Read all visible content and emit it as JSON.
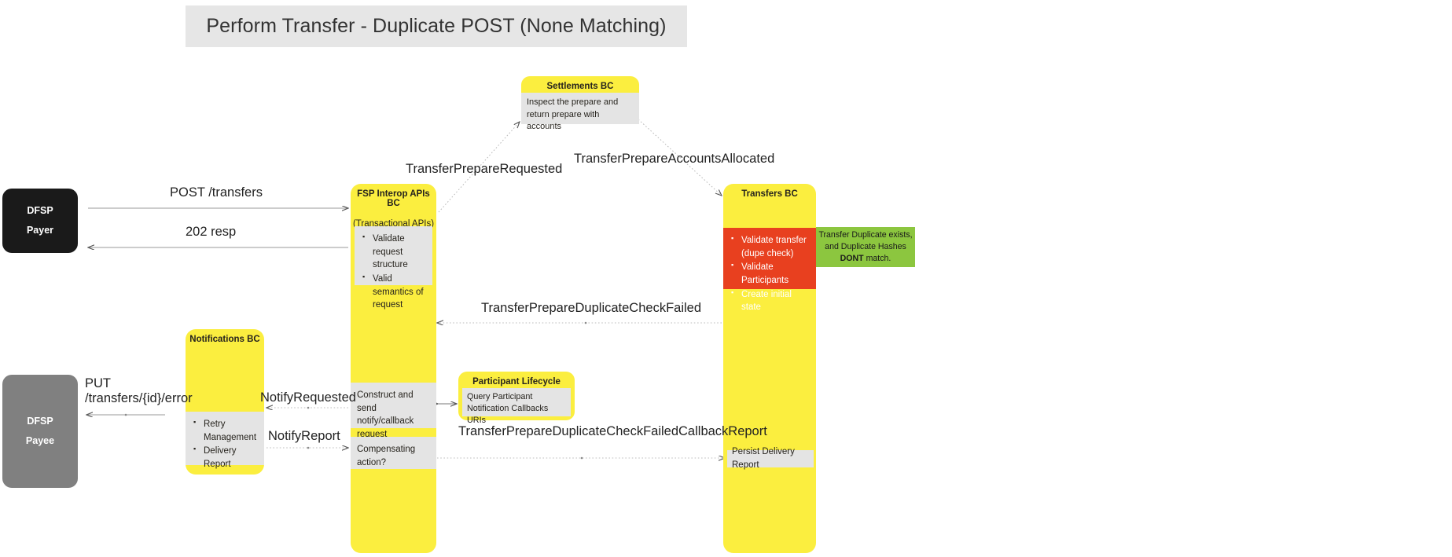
{
  "title": "Perform Transfer - Duplicate POST (None Matching)",
  "colors": {
    "yellow": "#fbee3f",
    "red": "#e8401f",
    "green": "#8cc63f",
    "gray_note": "#e4e4e4",
    "payer": "#1a1a1a",
    "payee": "#808080",
    "title_bg": "#e6e6e6"
  },
  "actors": {
    "payer": {
      "line1": "DFSP",
      "line2": "Payer"
    },
    "payee": {
      "line1": "DFSP",
      "line2": "Payee"
    }
  },
  "lifelines": {
    "fsp_interop": {
      "title": "FSP Interop APIs BC",
      "subtitle": "(Transactional APIs)",
      "validate_items": [
        "Validate request structure",
        "Valid semantics of request"
      ],
      "construct_note": "Construct and send notify/callback request",
      "compensating_note": "Compensating action?"
    },
    "transfers": {
      "title": "Transfers BC",
      "red_items": [
        "Validate transfer (dupe check)",
        "Validate Participants",
        "Create initial state"
      ],
      "persist_note": "Persist Delivery Report"
    },
    "notifications": {
      "title": "Notifications BC",
      "items": [
        "Retry Management",
        "Delivery Report"
      ]
    }
  },
  "boxes": {
    "settlements": {
      "title": "Settlements BC",
      "note": "Inspect the prepare and return prepare with accounts"
    },
    "participant_lifecycle": {
      "title": "Participant Lifecycle",
      "note": "Query Participant Notification Callbacks URIs"
    },
    "duplicate_note": {
      "line1": "Transfer Duplicate exists,",
      "line2": "and Duplicate Hashes",
      "emphasis": "DONT",
      "line3": " match."
    }
  },
  "messages": {
    "post_transfers": "POST /transfers",
    "resp_202": "202 resp",
    "transfer_prepare_requested": "TransferPrepareRequested",
    "transfer_prepare_accounts_allocated": "TransferPrepareAccountsAllocated",
    "transfer_prepare_duplicate_check_failed": "TransferPrepareDuplicateCheckFailed",
    "notify_requested": "NotifyRequested",
    "notify_report": "NotifyReport",
    "transfer_prepare_duplicate_check_failed_callback_report": "TransferPrepareDuplicateCheckFailedCallbackReport",
    "put_transfers_error": "PUT /transfers/{id}/error"
  }
}
